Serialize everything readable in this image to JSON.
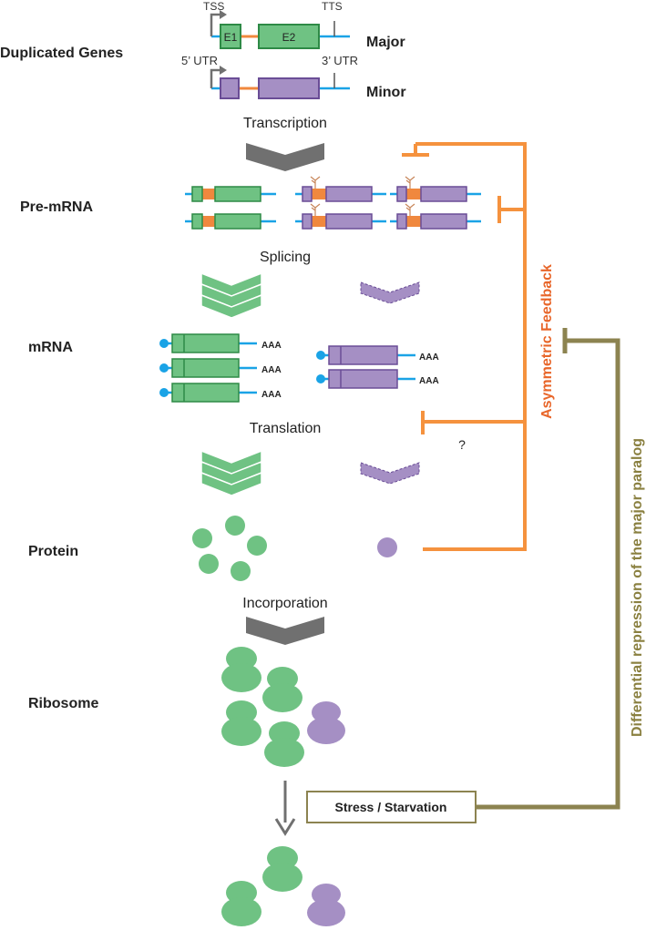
{
  "stage_labels": {
    "duplicated_genes": "Duplicated Genes",
    "pre_mrna": "Pre-mRNA",
    "mrna": "mRNA",
    "protein": "Protein",
    "ribosome": "Ribosome"
  },
  "gene_labels": {
    "tss": "TSS",
    "tts": "TTS",
    "utr5": "5’ UTR",
    "utr3": "3’ UTR",
    "e1": "E1",
    "e2": "E2",
    "major": "Major",
    "minor": "Minor"
  },
  "process_labels": {
    "transcription": "Transcription",
    "splicing": "Splicing",
    "translation": "Translation",
    "incorporation": "Incorporation"
  },
  "poly_a": "AAA",
  "question_mark": "?",
  "feedback": {
    "asymmetric": "Asymmetric Feedback",
    "differential": "Differential repression of the major paralog",
    "stress": "Stress / Starvation"
  },
  "colors": {
    "major_fill": "#6fc283",
    "major_stroke": "#2e8a46",
    "minor_fill": "#a58fc4",
    "minor_stroke": "#6a4d96",
    "intron": "#f0883e",
    "utr": "#1aa3e6",
    "arrow_gray": "#707070",
    "feedback_orange": "#f5923e",
    "feedback_text": "#e8662a",
    "olive": "#8c8350",
    "olive_text": "#8a8040"
  }
}
